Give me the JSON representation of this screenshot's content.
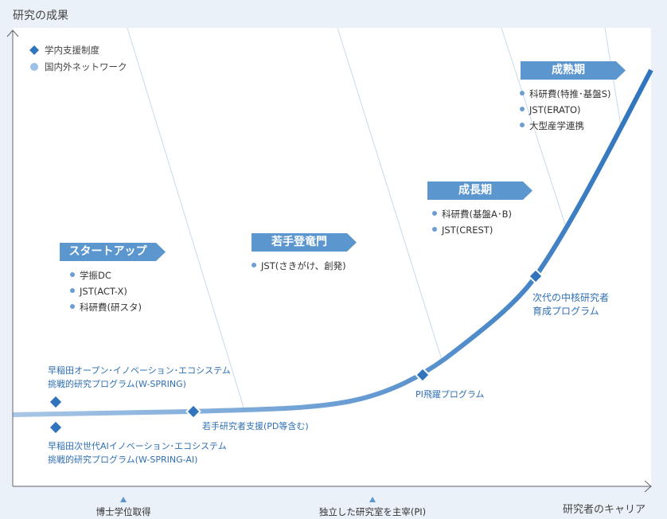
{
  "y_axis_title": "研究の成果",
  "x_axis_title": "研究者のキャリア",
  "legend": [
    {
      "label": "学内支援制度",
      "marker": "diamond",
      "color": "#2f74bd"
    },
    {
      "label": "国内外ネットワーク",
      "marker": "circle",
      "color": "#9dc0e4"
    }
  ],
  "stages": [
    {
      "label": "スタートアップ",
      "items": [
        "学振DC",
        "JST(ACT-X)",
        "科研費(研スタ)"
      ]
    },
    {
      "label": "若手登竜門",
      "items": [
        "JST(さきがけ、創発)"
      ]
    },
    {
      "label": "成長期",
      "items": [
        "科研費(基盤A･B)",
        "JST(CREST)"
      ]
    },
    {
      "label": "成熟期",
      "items": [
        "科研費(特推･基盤S)",
        "JST(ERATO)",
        "大型産学連携"
      ]
    }
  ],
  "programs": {
    "wspring": [
      "早稲田オープン･イノベーション･エコシステム",
      "挑戦的研究プログラム(W-SPRING)"
    ],
    "wspring_ai": [
      "早稲田次世代AIイノベーション･エコシステム",
      "挑戦的研究プログラム(W-SPRING-AI)"
    ],
    "young": "若手研究者支援(PD等含む)",
    "pi": "PI飛躍プログラム",
    "core": [
      "次代の中核研究者",
      "育成プログラム"
    ]
  },
  "milestones": [
    "博士学位取得",
    "独立した研究室を主宰(PI)"
  ],
  "colors": {
    "accent": "#2f74bd",
    "banner": "#5b96cf",
    "background": "#eaf1f8"
  }
}
